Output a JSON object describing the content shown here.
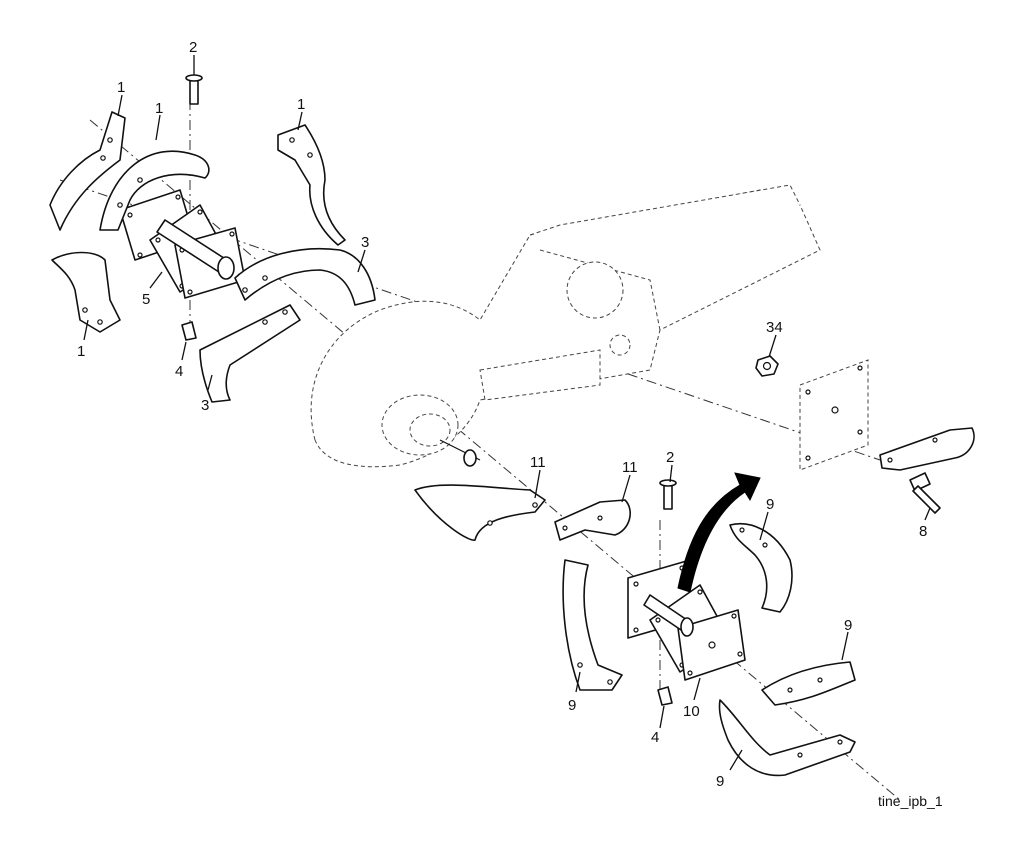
{
  "callouts": {
    "c1a": "1",
    "c1b": "1",
    "c1c": "1",
    "c1d": "1",
    "c2a": "2",
    "c2b": "2",
    "c3a": "3",
    "c3b": "3",
    "c4a": "4",
    "c4b": "4",
    "c5": "5",
    "c34": "34",
    "c8": "8",
    "c11a": "11",
    "c11b": "11",
    "c9a": "9",
    "c9b": "9",
    "c9c": "9",
    "c9d": "9",
    "c10": "10"
  },
  "caption": "tine_ipb_1"
}
